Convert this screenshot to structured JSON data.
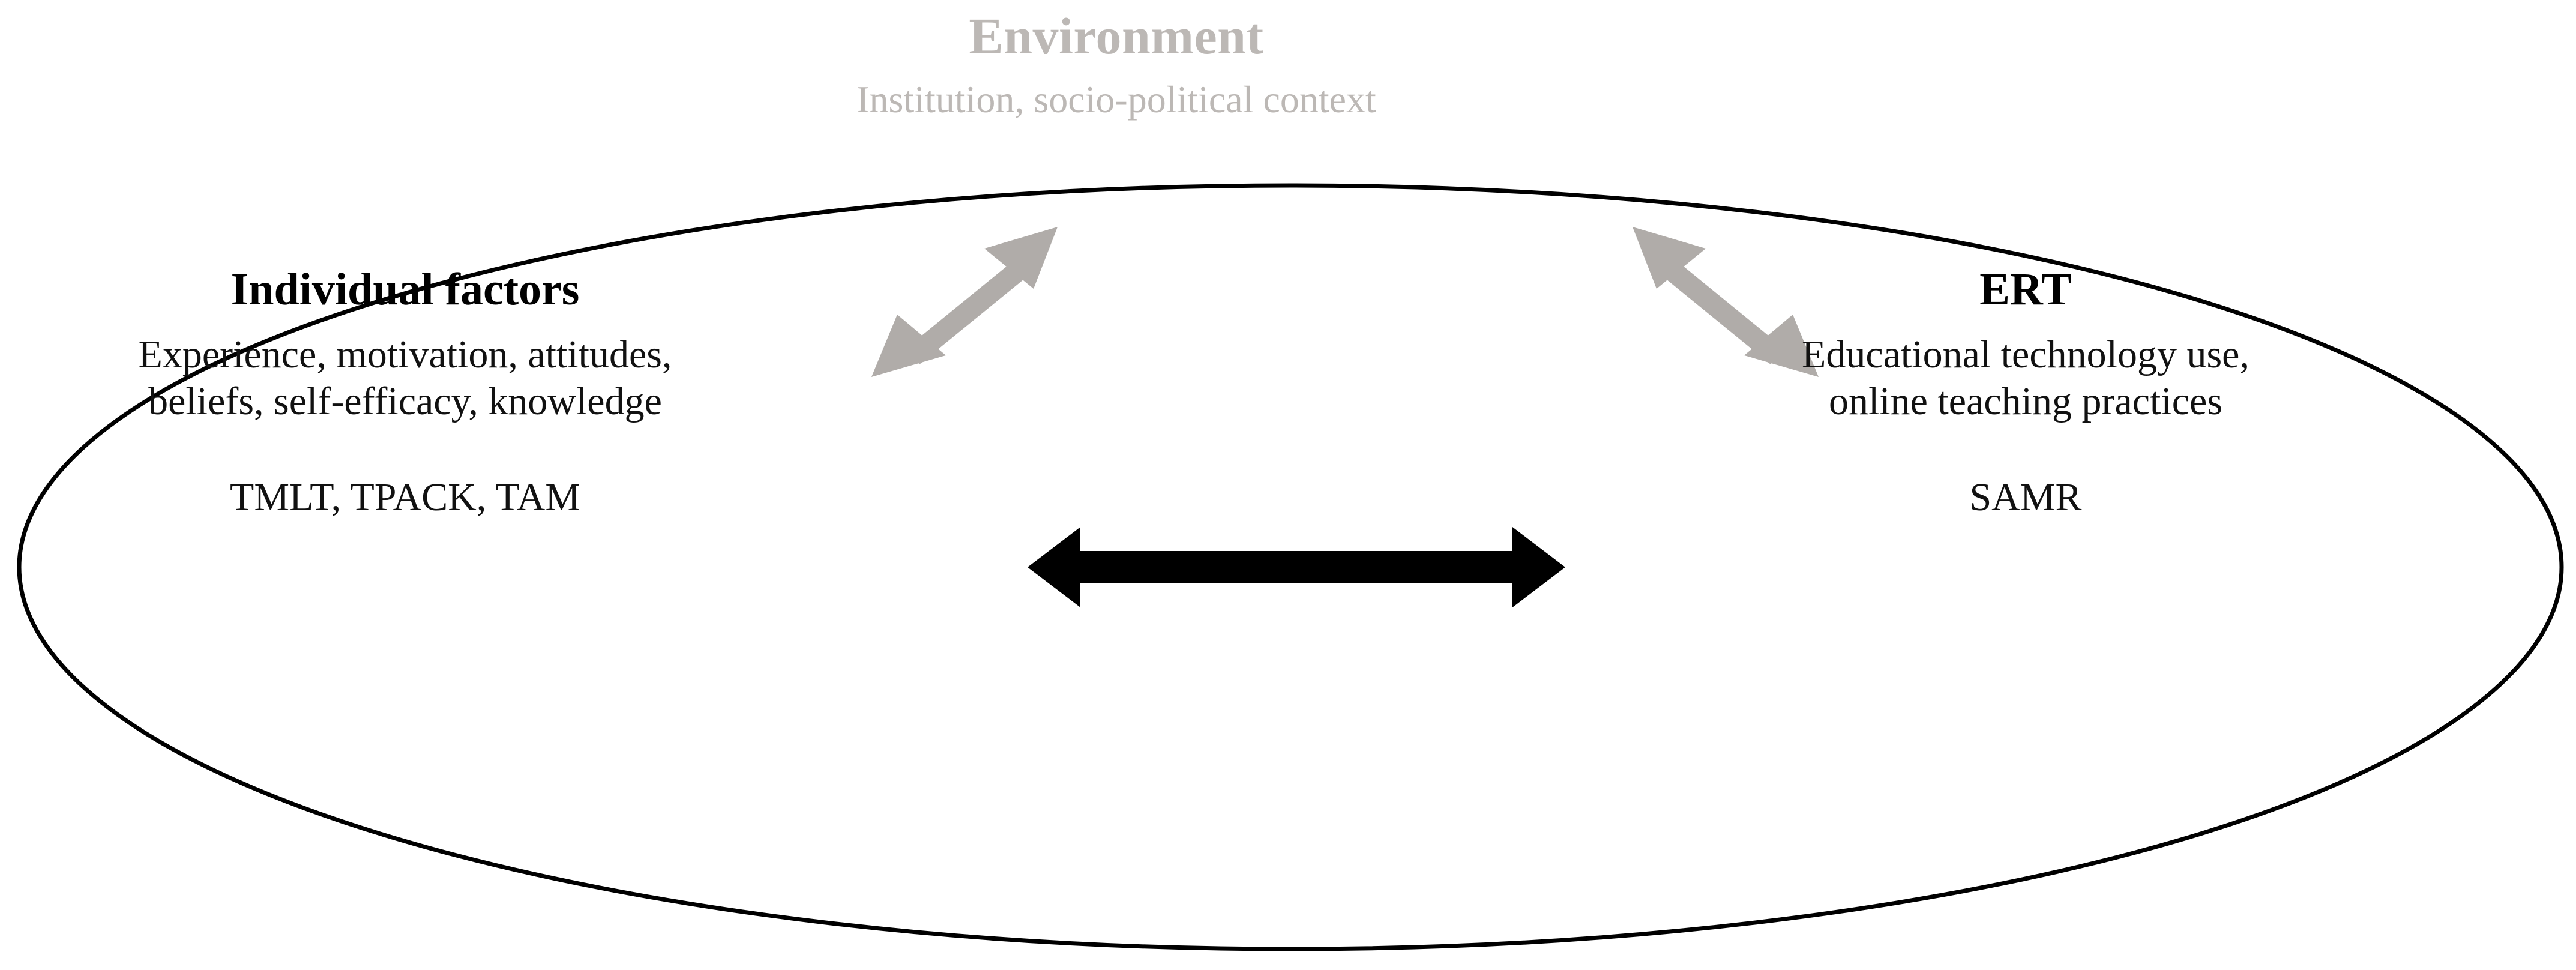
{
  "figure": {
    "type": "conceptual-framework-diagram",
    "background_color": "#ffffff"
  },
  "environment": {
    "title": "Environment",
    "subtitle": "Institution, socio-political context",
    "color": "#bcb8b5"
  },
  "boundary": {
    "shape_name": "environment-ellipse",
    "stroke_color": "#000000",
    "fill_color": "#ffffff"
  },
  "nodes": {
    "left": {
      "heading": "Individual factors",
      "body_line_1": "Experience, motivation, attitudes,",
      "body_line_2": "beliefs, self-efficacy, knowledge",
      "models": "TMLT, TPACK, TAM"
    },
    "right": {
      "heading": "ERT",
      "body_line_1": "Educational technology use,",
      "body_line_2": "online teaching practices",
      "models": "SAMR"
    }
  },
  "connectors": {
    "center": {
      "name": "individual-factors-to-ert-arrow",
      "style": "double-headed",
      "color": "#000000",
      "orientation": "horizontal"
    },
    "left_diagonal": {
      "name": "individual-factors-to-environment-arrow",
      "style": "double-headed",
      "color": "#b0aca9",
      "orientation": "diagonal-up-right"
    },
    "right_diagonal": {
      "name": "ert-to-environment-arrow",
      "style": "double-headed",
      "color": "#b0aca9",
      "orientation": "diagonal-up-left"
    }
  }
}
